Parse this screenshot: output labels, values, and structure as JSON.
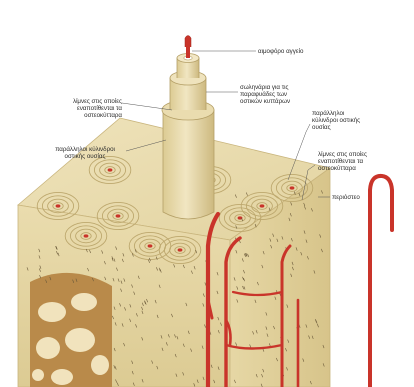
{
  "colors": {
    "bone": "#e9ddb2",
    "bone_dark": "#d6c48d",
    "bone_shadow": "#c7b27a",
    "lamella_line": "#bda86e",
    "osteocyte": "#6b5a3a",
    "vessel": "#c9342a",
    "vessel_dark": "#9e2219",
    "spongy_bg": "#b98a4a",
    "canal_fill": "#ffffff",
    "leader": "#555555"
  },
  "labels": {
    "blood_vessel": "αιμοφόρο αγγείο",
    "canaliculi": "σωληνάρια για τις\nπαραφυάδες των\nοστικών κυττάρων",
    "lacunae_left": "λίμνες στις οποίες\nεναποτίθενται τα\nοστεοκύτταρα",
    "parallel_cylinders_left": "παράλληλοι κύλινδροι\nοστικής ουσίας",
    "parallel_cylinders_right": "παράλληλοι\nκύλινδροι οστικής\nουσίας",
    "lacunae_right": "λίμνες στις οποίες\nεναποτίθενται τα\nοστεοκύτταρα",
    "periosteum": "περιόστεο"
  }
}
